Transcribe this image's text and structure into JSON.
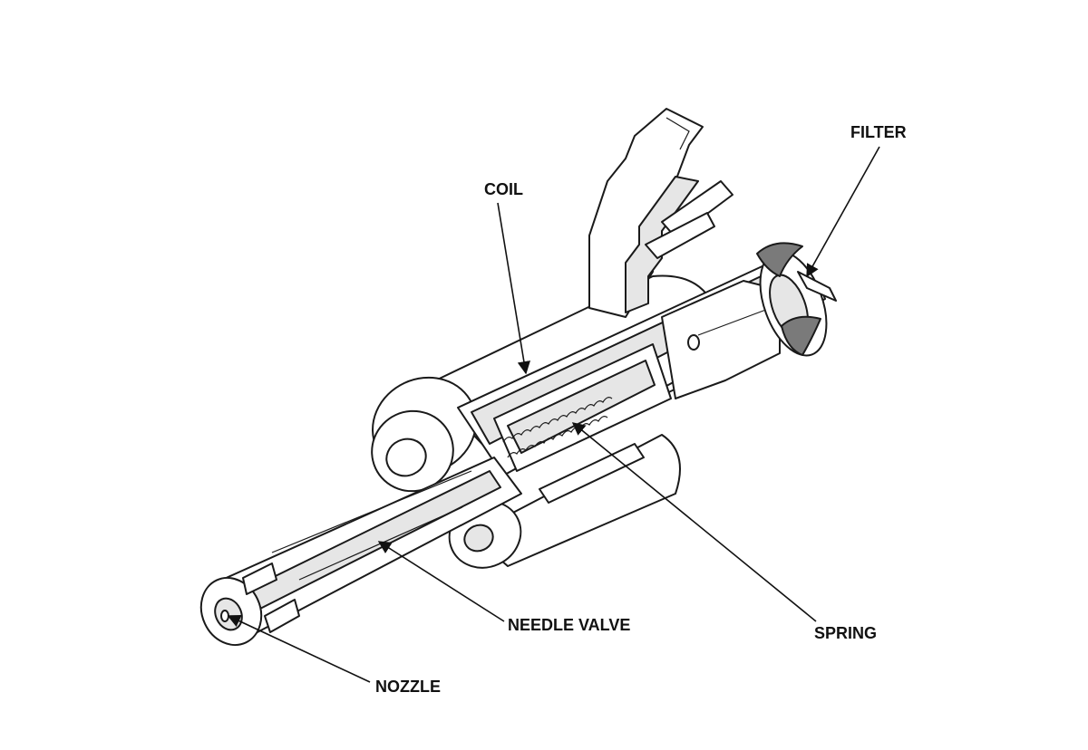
{
  "labels": {
    "coil": "COIL",
    "filter": "FILTER",
    "spring": "SPRING",
    "needle_valve": "NEEDLE VALVE",
    "nozzle": "NOZZLE"
  },
  "colors": {
    "body_fill": "#ffffff",
    "section_fill": "#e6e6e6",
    "oring_fill": "#7a7a7a",
    "outline": "#1a1a1a"
  }
}
